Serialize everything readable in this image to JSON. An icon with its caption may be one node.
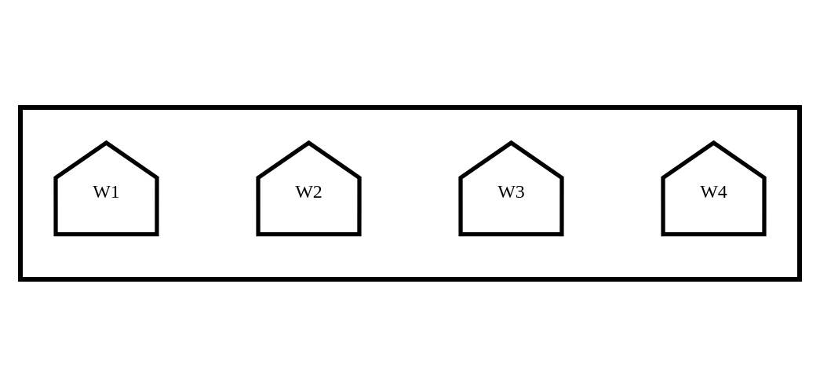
{
  "diagram": {
    "nodes": [
      {
        "text": [],
        "shape": "box"
      },
      {
        "text": [
          "W1"
        ],
        "in": 0
      },
      {
        "text": [
          "W2"
        ],
        "in": 0
      },
      {
        "text": [
          "W3"
        ],
        "in": 0
      },
      {
        "text": [
          "W4"
        ],
        "in": 0
      }
    ]
  }
}
